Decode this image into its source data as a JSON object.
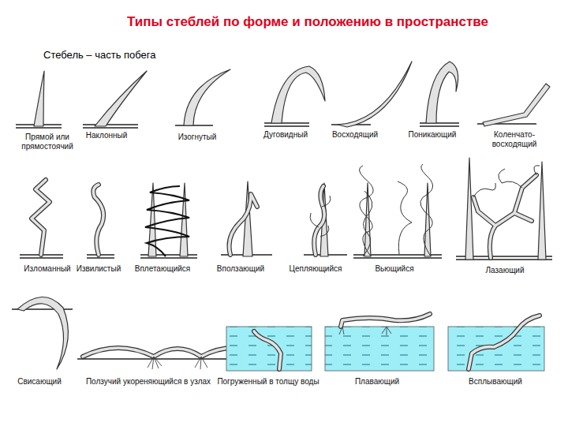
{
  "diagram": {
    "title": "Типы стеблей по форме и положению в пространстве",
    "labels": [
      "Стебель – часть побега",
      "Прямой или прямостоячий",
      "Наклонный",
      "Изогнутый",
      "Дуговидный",
      "Восходящий",
      "Поникающий",
      "Коленчато-восходящий",
      "Изломанный",
      "Извилистый",
      "Вплетающийся",
      "Вползающий",
      "Цепляющийся",
      "Вьющийся",
      "Лазающий",
      "Свисающий",
      "Ползучий укореняющийся в узлах",
      "Погруженный в толщу воды",
      "Плавающий",
      "Всплывающий"
    ]
  }
}
